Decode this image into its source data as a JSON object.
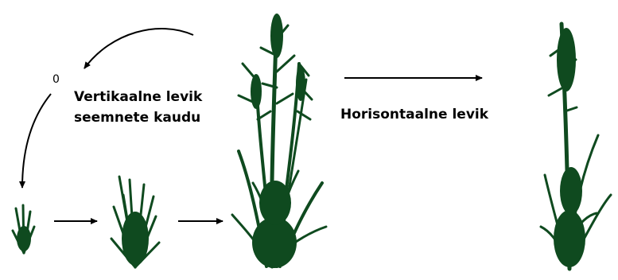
{
  "labels": {
    "vertical_line1": "Vertikaalne levik",
    "vertical_line2": "seemnete kaudu",
    "horizontal": "Horisontaalne levik",
    "zero": "0"
  },
  "colors": {
    "plant": "#0f4a1f",
    "arrow": "#000000",
    "text": "#000000"
  },
  "plants": [
    {
      "id": "plant-seedling",
      "stage": "seedling"
    },
    {
      "id": "plant-young",
      "stage": "young"
    },
    {
      "id": "plant-mature",
      "stage": "mature"
    },
    {
      "id": "plant-clone",
      "stage": "mature-clone"
    }
  ]
}
